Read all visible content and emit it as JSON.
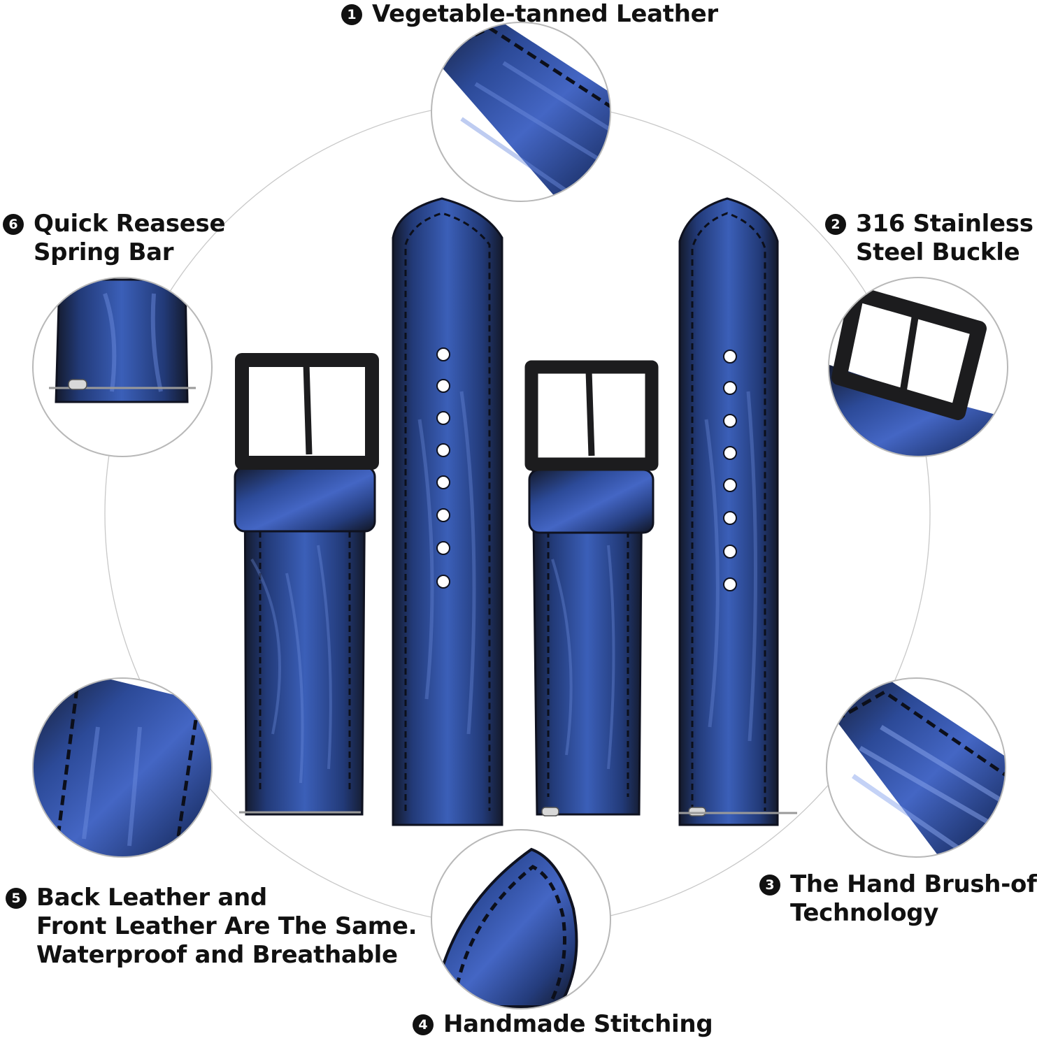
{
  "features": [
    {
      "number": "1",
      "lines": [
        "Vegetable-tanned Leather"
      ],
      "detail": "leather-texture-closeup"
    },
    {
      "number": "2",
      "lines": [
        "316 Stainless",
        "Steel Buckle"
      ],
      "detail": "buckle-closeup"
    },
    {
      "number": "3",
      "lines": [
        "The Hand Brush-off",
        "Technology"
      ],
      "detail": "brushed-leather-closeup"
    },
    {
      "number": "4",
      "lines": [
        "Handmade Stitching"
      ],
      "detail": "stitched-tip-closeup"
    },
    {
      "number": "5",
      "lines": [
        "Back Leather and",
        "Front Leather Are The Same.",
        "Waterproof and Breathable"
      ],
      "detail": "back-leather-closeup"
    },
    {
      "number": "6",
      "lines": [
        "Quick Reasese",
        "Spring Bar"
      ],
      "detail": "spring-bar-closeup"
    }
  ],
  "colors": {
    "leather_blue": "#2f4fa0",
    "leather_dark": "#141a2c",
    "buckle": "#1c1c1e",
    "outline": "#b8b8b8"
  }
}
